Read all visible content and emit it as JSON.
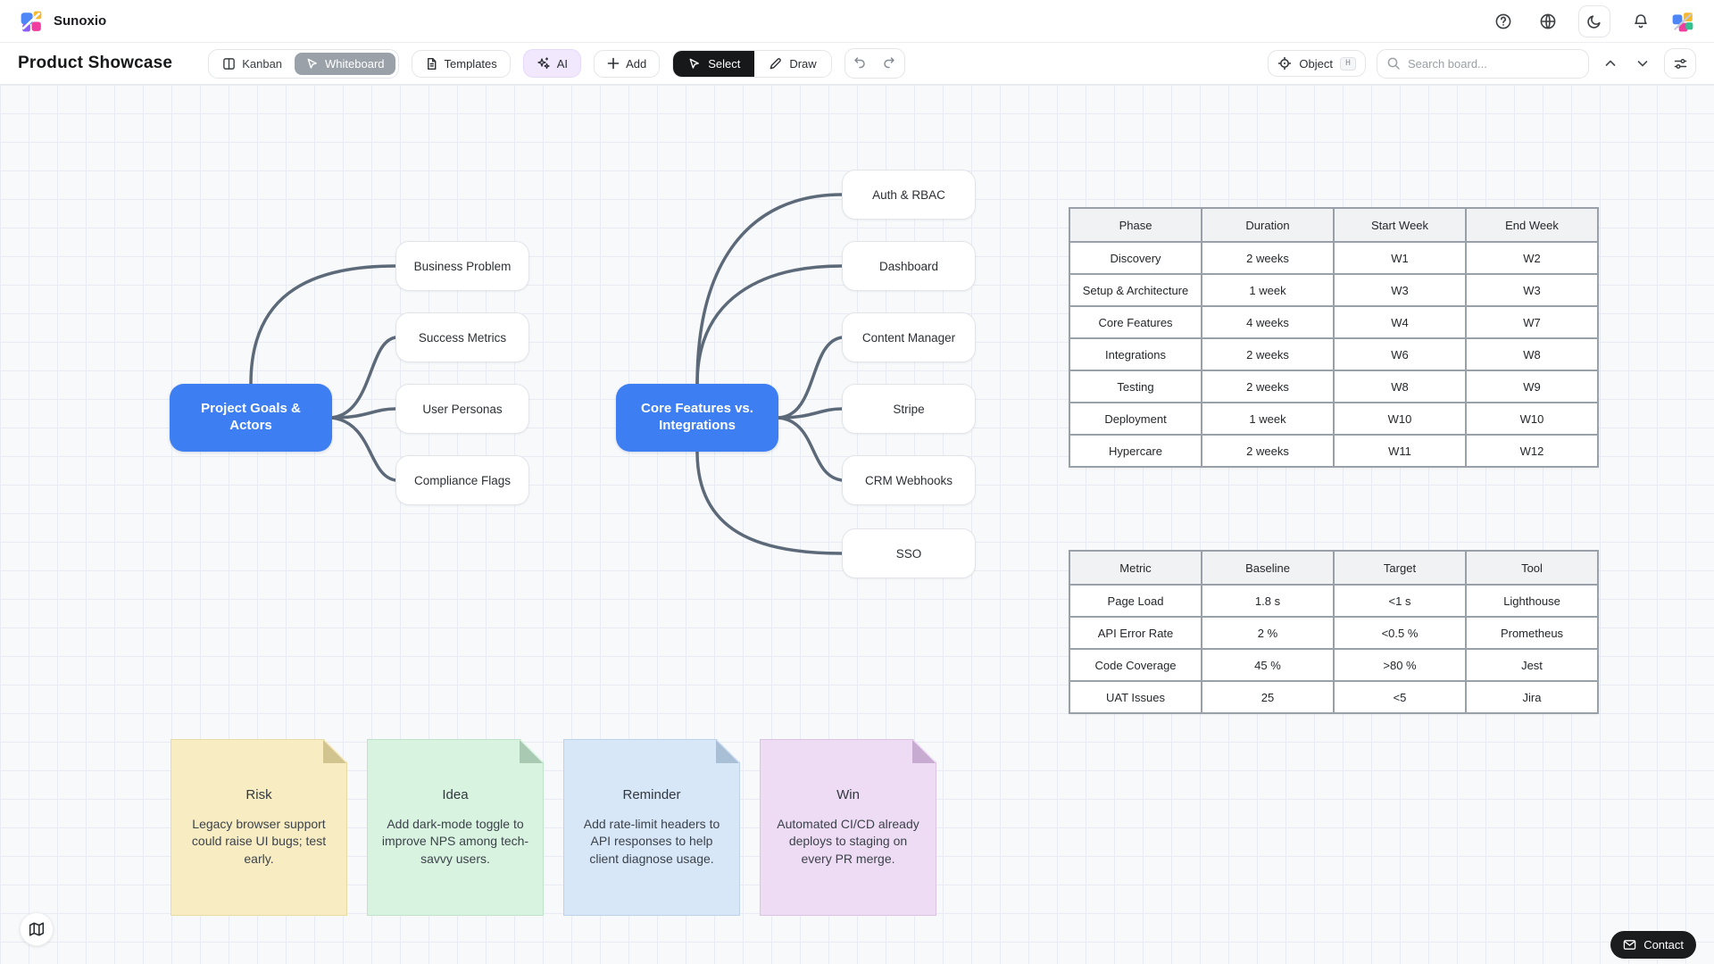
{
  "header": {
    "app_name": "Sunoxio"
  },
  "toolbar": {
    "board_title": "Product Showcase",
    "kanban_label": "Kanban",
    "whiteboard_label": "Whiteboard",
    "templates_label": "Templates",
    "ai_label": "AI",
    "add_label": "Add",
    "select_label": "Select",
    "draw_label": "Draw",
    "object_label": "Object",
    "object_shortcut": "H",
    "search_placeholder": "Search board..."
  },
  "mindmaps": [
    {
      "root": "Project Goals & Actors",
      "children": [
        "Business Problem",
        "Success Metrics",
        "User Personas",
        "Compliance Flags"
      ]
    },
    {
      "root": "Core Features vs. Integrations",
      "children": [
        "Auth & RBAC",
        "Dashboard",
        "Content Manager",
        "Stripe",
        "CRM Webhooks",
        "SSO"
      ]
    }
  ],
  "tables": [
    {
      "headers": [
        "Phase",
        "Duration",
        "Start Week",
        "End Week"
      ],
      "rows": [
        [
          "Discovery",
          "2 weeks",
          "W1",
          "W2"
        ],
        [
          "Setup & Architecture",
          "1 week",
          "W3",
          "W3"
        ],
        [
          "Core Features",
          "4 weeks",
          "W4",
          "W7"
        ],
        [
          "Integrations",
          "2 weeks",
          "W6",
          "W8"
        ],
        [
          "Testing",
          "2 weeks",
          "W8",
          "W9"
        ],
        [
          "Deployment",
          "1 week",
          "W10",
          "W10"
        ],
        [
          "Hypercare",
          "2 weeks",
          "W11",
          "W12"
        ]
      ]
    },
    {
      "headers": [
        "Metric",
        "Baseline",
        "Target",
        "Tool"
      ],
      "rows": [
        [
          "Page Load",
          "1.8 s",
          "<1 s",
          "Lighthouse"
        ],
        [
          "API Error Rate",
          "2 %",
          "<0.5 %",
          "Prometheus"
        ],
        [
          "Code Coverage",
          "45 %",
          ">80 %",
          "Jest"
        ],
        [
          "UAT Issues",
          "25",
          "<5",
          "Jira"
        ]
      ]
    }
  ],
  "sticky_notes": [
    {
      "title": "Risk",
      "body": "Legacy browser support could raise UI bugs; test early.",
      "color": "#f8edc2"
    },
    {
      "title": "Idea",
      "body": "Add dark-mode toggle to improve NPS among tech-savvy users.",
      "color": "#d9f3e1"
    },
    {
      "title": "Reminder",
      "body": "Add rate-limit headers to API responses to help client diagnose usage.",
      "color": "#d7e7f8"
    },
    {
      "title": "Win",
      "body": "Automated CI/CD already deploys to staging on every PR merge.",
      "color": "#eedcf4"
    }
  ],
  "footer": {
    "contact_label": "Contact"
  },
  "colors": {
    "root_node_blue": "#3d7ef2",
    "connector": "#5c6979",
    "selected_tool_dark": "#17181a",
    "whiteboard_selected_gray": "#9aa1a9",
    "table_border_gray": "#99a0a8",
    "canvas_bg": "#f8f9fb"
  }
}
